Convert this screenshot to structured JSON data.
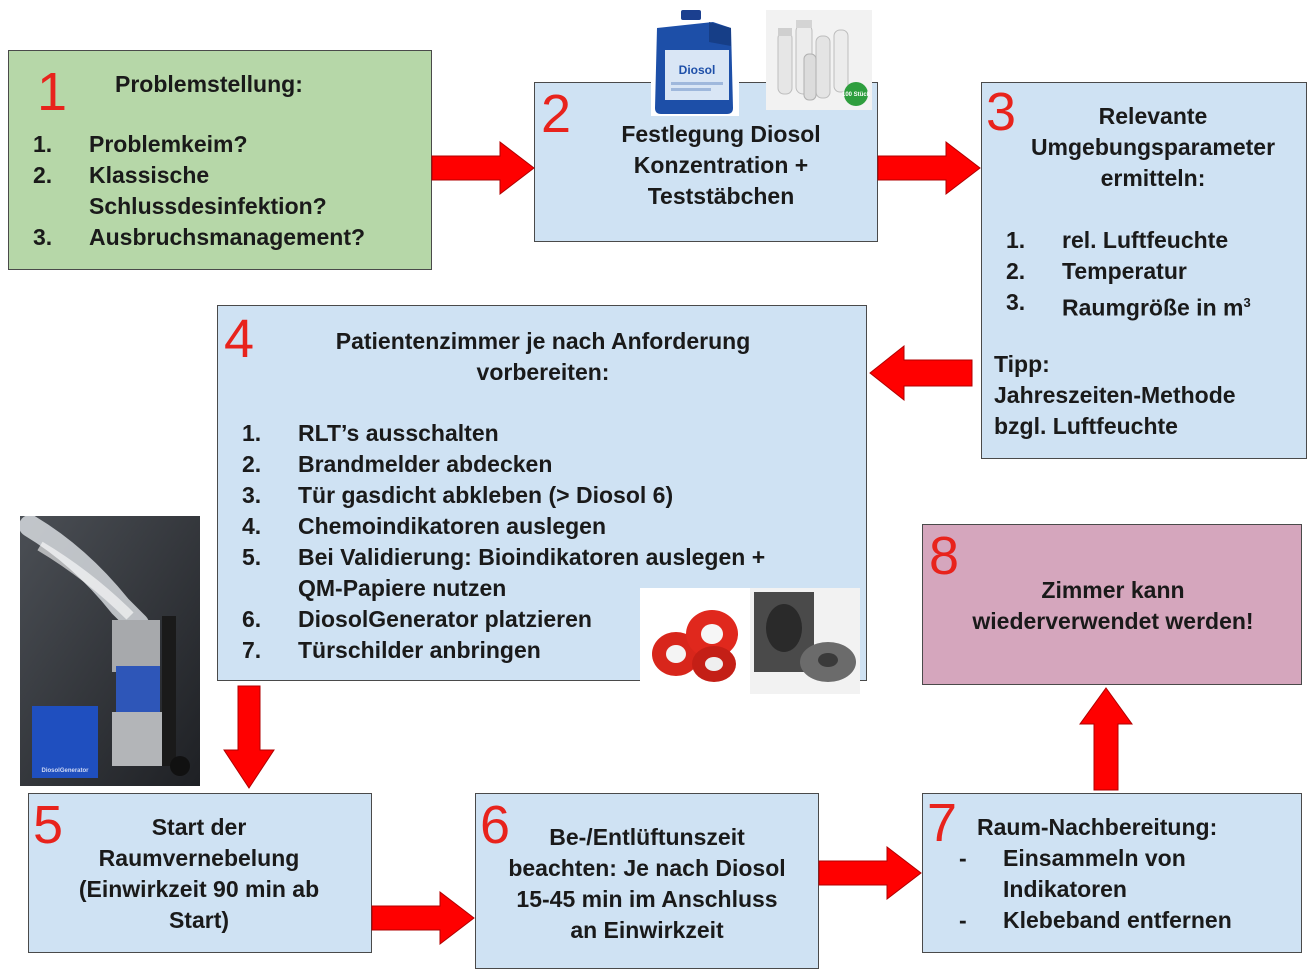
{
  "boxes": {
    "b1": {
      "num": "1",
      "title": "Problemstellung:",
      "items": [
        {
          "n": "1.",
          "text": "Problemkeim?"
        },
        {
          "n": "2.",
          "text": "Klassische"
        },
        {
          "n": "",
          "text": "Schlussdesinfektion?"
        },
        {
          "n": "3.",
          "text": "Ausbruchsmanagement?"
        }
      ]
    },
    "b2": {
      "num": "2",
      "lines": [
        "Festlegung Diosol",
        "Konzentration +",
        "Teststäbchen"
      ]
    },
    "b3": {
      "num": "3",
      "title_lines": [
        "Relevante",
        "Umgebungsparameter",
        "ermitteln:"
      ],
      "items": [
        {
          "n": "1.",
          "text": "rel. Luftfeuchte"
        },
        {
          "n": "2.",
          "text": "Temperatur"
        },
        {
          "n": "3.",
          "text": "Raumgröße in m",
          "sup": "3"
        }
      ],
      "tip_lines": [
        "Tipp:",
        "Jahreszeiten-Methode",
        "bzgl. Luftfeuchte"
      ]
    },
    "b4": {
      "num": "4",
      "title_lines": [
        "Patientenzimmer je nach Anforderung",
        "vorbereiten:"
      ],
      "items": [
        {
          "n": "1.",
          "text": "RLT’s ausschalten"
        },
        {
          "n": "2.",
          "text": "Brandmelder abdecken"
        },
        {
          "n": "3.",
          "text": "Tür gasdicht abkleben (> Diosol 6)"
        },
        {
          "n": "4.",
          "text": "Chemoindikatoren auslegen"
        },
        {
          "n": "5.",
          "text": "Bei Validierung: Bioindikatoren auslegen +"
        },
        {
          "n": "",
          "text": "QM-Papiere nutzen"
        },
        {
          "n": "6.",
          "text": "DiosolGenerator platzieren"
        },
        {
          "n": "7.",
          "text": "Türschilder anbringen"
        }
      ]
    },
    "b5": {
      "num": "5",
      "lines": [
        "Start der",
        "Raumvernebelung",
        "(Einwirkzeit 90 min ab",
        "Start)"
      ]
    },
    "b6": {
      "num": "6",
      "lines": [
        "Be-/Entlüftunszeit",
        "beachten: Je nach Diosol",
        "15-45 min im Anschluss",
        "an Einwirkzeit"
      ]
    },
    "b7": {
      "num": "7",
      "title": "Raum-Nachbereitung:",
      "items": [
        {
          "n": "-",
          "text": "Einsammeln von"
        },
        {
          "n": "",
          "text": "Indikatoren"
        },
        {
          "n": "-",
          "text": "Klebeband entfernen"
        }
      ]
    },
    "b8": {
      "num": "8",
      "lines": [
        "Zimmer kann",
        "wiederverwendet werden!"
      ]
    }
  },
  "images": {
    "canister_label": "Diosol",
    "tubes_badge": "100 Stück",
    "generator_label": "DiosolGenerator"
  },
  "colors": {
    "arrow": "#ff0000",
    "number": "#e8231c",
    "box_blue": "#cfe2f3",
    "box_green": "#b6d7a8",
    "box_pink": "#d5a6bd"
  }
}
